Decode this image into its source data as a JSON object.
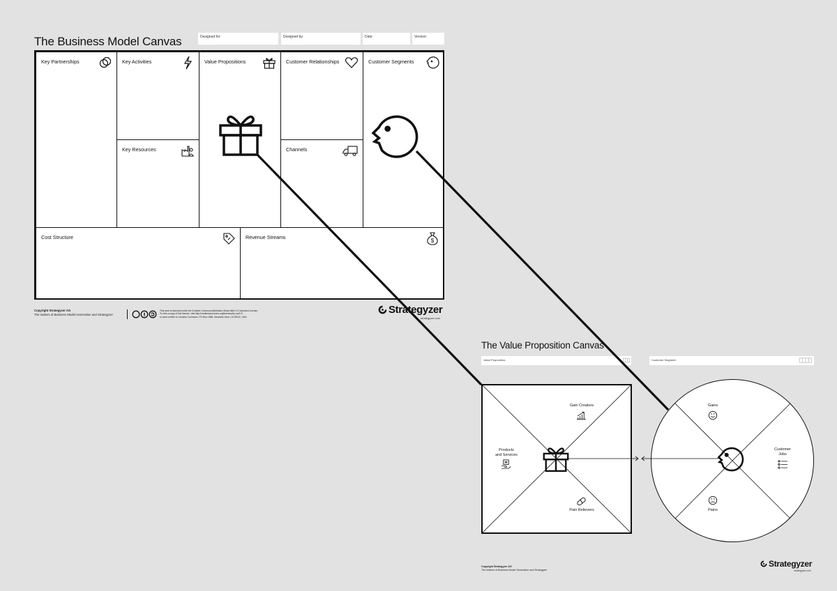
{
  "bmc": {
    "title": "The Business Model Canvas",
    "meta": {
      "designed_for": "Designed for:",
      "designed_by": "Designed by:",
      "date": "Date:",
      "version": "Version:"
    },
    "blocks": {
      "key_partnerships": "Key Partnerships",
      "key_activities": "Key Activities",
      "key_resources": "Key Resources",
      "value_propositions": "Value Propositions",
      "customer_relationships": "Customer Relationships",
      "channels": "Channels",
      "customer_segments": "Customer Segments",
      "cost_structure": "Cost Structure",
      "revenue_streams": "Revenue Streams"
    },
    "footer": {
      "copyright": "Copyright Strategyzer AG",
      "makers_prefix": "The makers of ",
      "makers_italic": "Business Model Generation",
      "makers_suffix": " and Strategyzer",
      "license_line1": "This work is licensed under the Creative Commons Attribution-Share Alike 3.0 Unported License.",
      "license_line2": "To view a copy of this license, visit http://creativecommons.org/licenses/by-sa/3.0/",
      "license_line3": "or send a letter to Creative Commons, PO Box 1866, Mountain View, CA 94042, USA.",
      "brand": "Strategyzer",
      "url": "strategyzer.com"
    }
  },
  "vpc": {
    "title": "The Value Proposition Canvas",
    "meta": {
      "value_proposition": "Value Proposition:",
      "customer_segment": "Customer Segment:"
    },
    "square": {
      "gain_creators": "Gain Creators",
      "products_line1": "Products",
      "products_line2": "and Services",
      "pain_relievers": "Pain Relievers"
    },
    "circle": {
      "gains": "Gains",
      "jobs_line1": "Customer",
      "jobs_line2": "Jobs",
      "pains": "Pains"
    },
    "footer": {
      "copyright": "Copyright Strategyzer AG",
      "makers": "The makers of Business Model Generation and Strategyzer",
      "brand": "Strategyzer",
      "url": "strategyzer.com"
    }
  },
  "colors": {
    "background": "#e2e2e2",
    "ink": "#111111",
    "paper": "#ffffff"
  },
  "icons": [
    "link-icon",
    "lightning-icon",
    "gift-icon",
    "heart-icon",
    "face-icon",
    "factory-icon",
    "truck-icon",
    "price-tag-icon",
    "money-bag-icon",
    "chart-icon",
    "box-hand-icon",
    "pill-icon",
    "smile-icon",
    "frown-icon",
    "checklist-icon",
    "strategyzer-logo-icon"
  ]
}
